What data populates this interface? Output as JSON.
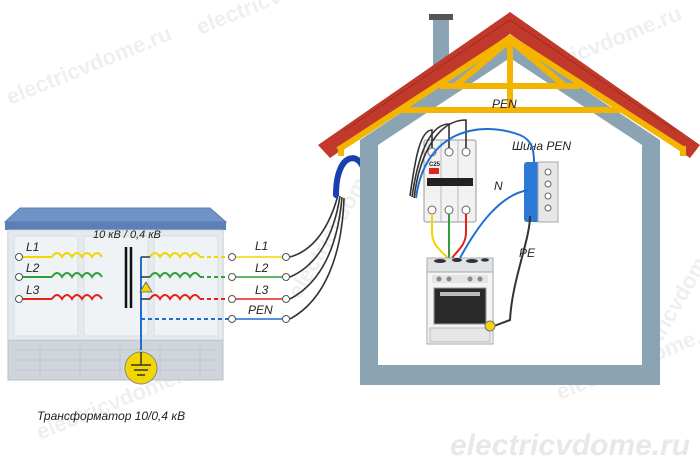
{
  "transformer": {
    "ratio_label": "10 кВ / 0,4 кВ",
    "caption": "Трансформатор 10/0,4 кВ",
    "phase_labels": [
      "L1",
      "L2",
      "L3"
    ]
  },
  "line_labels": [
    "L1",
    "L2",
    "L3",
    "PEN"
  ],
  "house": {
    "pen_label": "PEN",
    "bus_label": "Шина PEN",
    "n_label": "N",
    "pe_label": "PE",
    "breaker_rating": "C25"
  },
  "watermark": "electricvdome.ru",
  "colors": {
    "l1": "#f2d600",
    "l2": "#2e9e3a",
    "l3": "#e2231a",
    "pen": "#1e6fd0",
    "cable_blue": "#1a3fb0",
    "house_wall": "#8aa4b4",
    "roof": "#c0392b",
    "truss": "#f5b400"
  }
}
